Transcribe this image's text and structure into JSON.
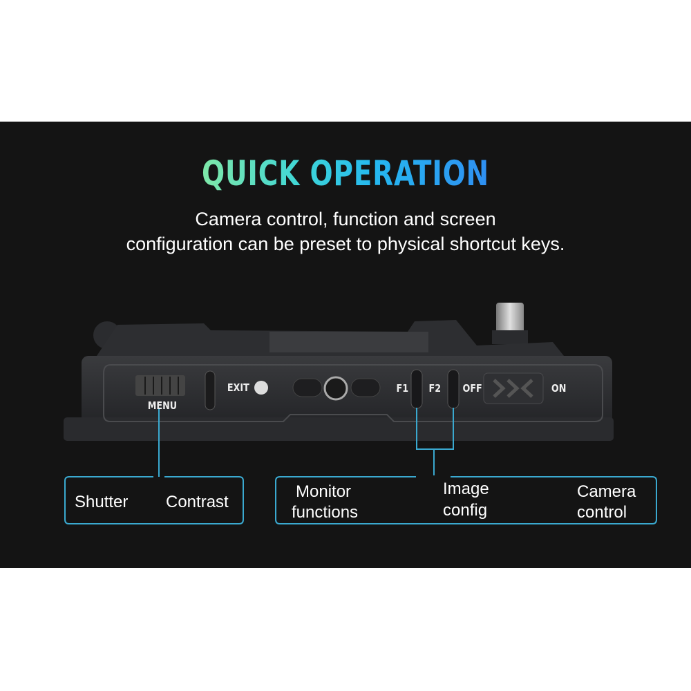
{
  "title": "QUICK OPERATION",
  "subtitle": [
    "Camera control, function and screen",
    "configuration can be preset to physical shortcut keys."
  ],
  "device_labels": {
    "menu": "MENU",
    "exit": "EXIT",
    "f1": "F1",
    "f2": "F2",
    "off": "OFF",
    "on": "ON"
  },
  "callouts": {
    "box1": {
      "left": "Shutter",
      "right": "Contrast"
    },
    "box2": {
      "monitor": [
        "Monitor",
        "functions"
      ],
      "image": [
        "Image",
        "config"
      ],
      "camera": [
        "Camera",
        "control"
      ]
    }
  },
  "colors": {
    "background": "#141414",
    "callout_line": "#3aa9d0"
  }
}
